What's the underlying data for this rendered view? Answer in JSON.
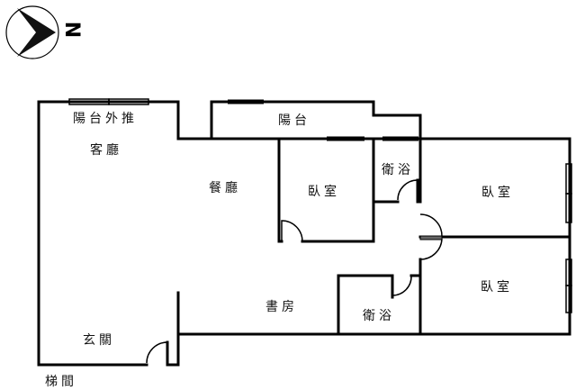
{
  "compass": {
    "north_label": "N"
  },
  "rooms": {
    "balcony_extension": "陽台外推",
    "living_room": "客廳",
    "dining_room": "餐廳",
    "balcony": "陽台",
    "bedroom_middle": "臥室",
    "bathroom_top": "衛浴",
    "bedroom_top_right": "臥室",
    "bedroom_bottom_right": "臥室",
    "study": "書房",
    "bathroom_bottom": "衛浴",
    "entrance": "玄關",
    "stairwell": "梯間"
  }
}
